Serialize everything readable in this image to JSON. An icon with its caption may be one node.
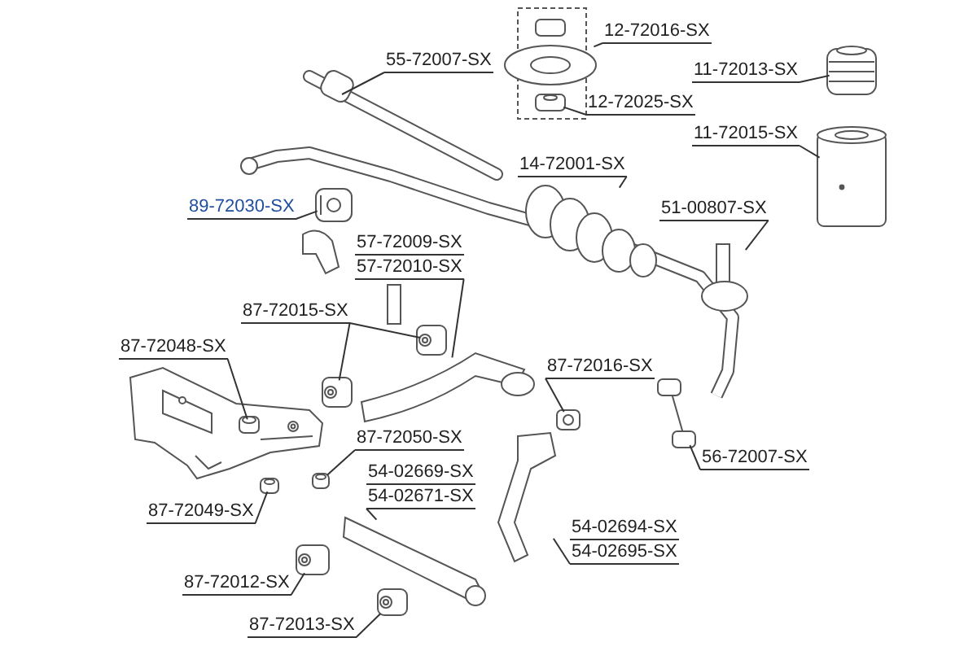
{
  "diagram": {
    "nodes": [
      {
        "text": [
          "55-72007-SX"
        ]
      },
      {
        "text": [
          "12-72016-SX"
        ]
      },
      {
        "text": [
          "11-72013-SX"
        ]
      },
      {
        "text": [
          "12-72025-SX"
        ]
      },
      {
        "text": [
          "11-72015-SX"
        ]
      },
      {
        "text": [
          "14-72001-SX"
        ]
      },
      {
        "text": [
          "89-72030-SX"
        ]
      },
      {
        "text": [
          "51-00807-SX"
        ]
      },
      {
        "text": [
          "57-72009-SX",
          "57-72010-SX"
        ]
      },
      {
        "text": [
          "87-72015-SX"
        ]
      },
      {
        "text": [
          "87-72016-SX"
        ]
      },
      {
        "text": [
          "87-72048-SX"
        ]
      },
      {
        "text": [
          "87-72050-SX"
        ]
      },
      {
        "text": [
          "54-02669-SX",
          "54-02671-SX"
        ]
      },
      {
        "text": [
          "87-72049-SX"
        ]
      },
      {
        "text": [
          "54-02694-SX",
          "54-02695-SX"
        ]
      },
      {
        "text": [
          "56-72007-SX"
        ]
      },
      {
        "text": [
          "87-72012-SX"
        ]
      },
      {
        "text": [
          "87-72013-SX"
        ]
      },
      {
        "text": [],
        "shape": "picture"
      },
      {
        "text": [],
        "shape": "picture"
      },
      {
        "text": [],
        "shape": "picture"
      },
      {
        "text": [],
        "shape": "picture"
      },
      {
        "text": [],
        "shape": "picture"
      },
      {
        "text": [],
        "shape": "picture"
      },
      {
        "text": [],
        "shape": "picture"
      },
      {
        "text": [],
        "shape": "picture"
      },
      {
        "text": [],
        "shape": "picture"
      },
      {
        "text": [],
        "shape": "picture"
      },
      {
        "text": [],
        "shape": "picture"
      },
      {
        "text": [],
        "shape": "picture"
      },
      {
        "text": [],
        "shape": "picture"
      },
      {
        "text": [],
        "shape": "picture"
      },
      {
        "text": [],
        "shape": "picture"
      },
      {
        "text": [],
        "shape": "picture"
      },
      {
        "text": [],
        "shape": "picture"
      },
      {
        "text": [],
        "shape": "picture"
      },
      {
        "text": [],
        "shape": "picture"
      },
      {
        "text": [],
        "shape": "picture"
      }
    ],
    "edges": [
      {
        "from": 0,
        "to": 19,
        "arrow": "none"
      },
      {
        "from": 1,
        "to": 20,
        "arrow": "none"
      },
      {
        "from": 2,
        "to": 21,
        "arrow": "none"
      },
      {
        "from": 3,
        "to": 22,
        "arrow": "none"
      },
      {
        "from": 4,
        "to": 23,
        "arrow": "none"
      },
      {
        "from": 5,
        "to": 24,
        "arrow": "none"
      },
      {
        "from": 6,
        "to": 25,
        "arrow": "none"
      },
      {
        "from": 7,
        "to": 26,
        "arrow": "none"
      },
      {
        "from": 8,
        "to": 27,
        "arrow": "none"
      },
      {
        "from": 9,
        "to": 28,
        "arrow": "none"
      },
      {
        "from": 9,
        "to": 29,
        "arrow": "none"
      },
      {
        "from": 10,
        "to": 30,
        "arrow": "none"
      },
      {
        "from": 11,
        "to": 31,
        "arrow": "none"
      },
      {
        "from": 12,
        "to": 32,
        "arrow": "none"
      },
      {
        "from": 13,
        "to": 33,
        "arrow": "none"
      },
      {
        "from": 14,
        "to": 34,
        "arrow": "none"
      },
      {
        "from": 15,
        "to": 35,
        "arrow": "none"
      },
      {
        "from": 16,
        "to": 36,
        "arrow": "none"
      },
      {
        "from": 17,
        "to": 37,
        "arrow": "none"
      },
      {
        "from": 18,
        "to": 38,
        "arrow": "none"
      }
    ]
  }
}
